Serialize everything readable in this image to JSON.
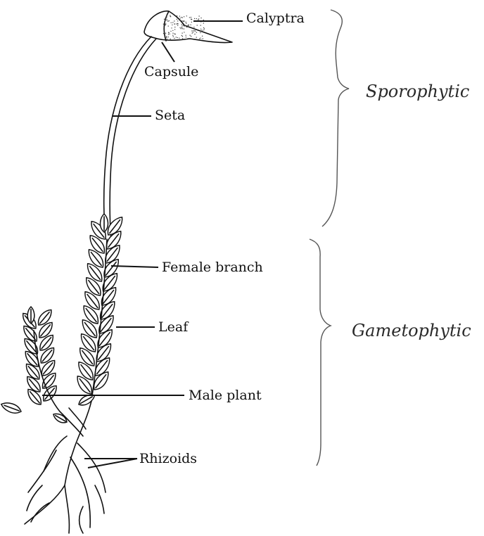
{
  "labels": {
    "calyptra": "Calyptra",
    "capsule": "Capsule",
    "seta": "Seta",
    "female_branch": "Female branch",
    "leaf": "Leaf",
    "male_plant": "Male plant",
    "rhizoids": "Rhizoids"
  },
  "brackets": {
    "sporophytic": "Sporophytic",
    "gametophytic": "Gametophytic"
  },
  "colors": {
    "ink": "#111111",
    "handwriting": "#2a2a2a",
    "background": "#ffffff"
  }
}
